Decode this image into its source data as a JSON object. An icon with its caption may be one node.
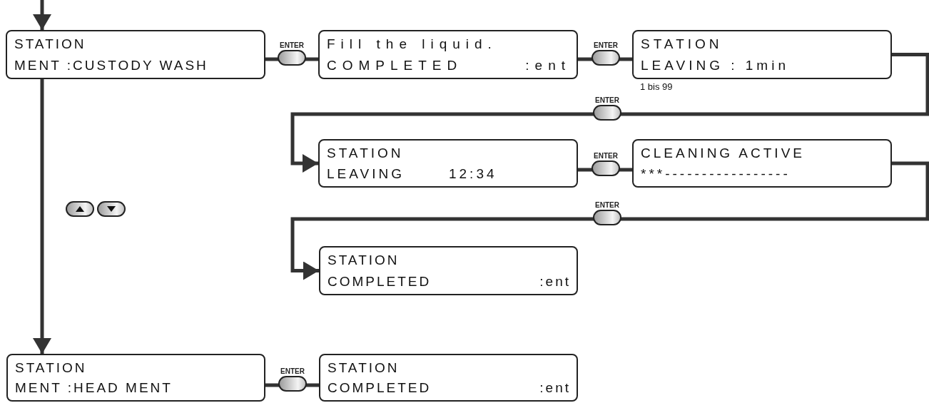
{
  "diagram": {
    "nodes": [
      {
        "text": [
          "STATION",
          "MENT :CUSTODY WASH"
        ]
      },
      {
        "text": [
          "Fill the liquid.",
          "COMPLETED",
          ":ent"
        ]
      },
      {
        "text": [
          "STATION",
          "LEAVING : 1min"
        ],
        "beside": [
          "1 bis 99"
        ]
      },
      {
        "text": [
          "STATION",
          "LEAVING",
          "12:34"
        ]
      },
      {
        "text": [
          "CLEANING ACTIVE",
          "***-----------------"
        ]
      },
      {
        "text": [
          "STATION",
          "COMPLETED",
          ":ent"
        ]
      },
      {
        "text": [
          "STATION",
          "MENT :HEAD MENT"
        ]
      },
      {
        "text": [
          "STATION",
          "COMPLETED",
          ":ent"
        ]
      }
    ],
    "edges": [
      {
        "from": null,
        "to": 0,
        "arrow": "to"
      },
      {
        "from": 0,
        "to": 1,
        "arrow": "none",
        "label": "ENTER"
      },
      {
        "from": 1,
        "to": 2,
        "arrow": "none",
        "label": "ENTER"
      },
      {
        "from": 2,
        "to": 3,
        "arrow": "to",
        "label": "ENTER"
      },
      {
        "from": 3,
        "to": 4,
        "arrow": "none",
        "label": "ENTER"
      },
      {
        "from": 4,
        "to": 5,
        "arrow": "to",
        "label": "ENTER"
      },
      {
        "from": 0,
        "to": 6,
        "arrow": "to"
      },
      {
        "from": 6,
        "to": 7,
        "arrow": "none",
        "label": "ENTER"
      }
    ]
  }
}
